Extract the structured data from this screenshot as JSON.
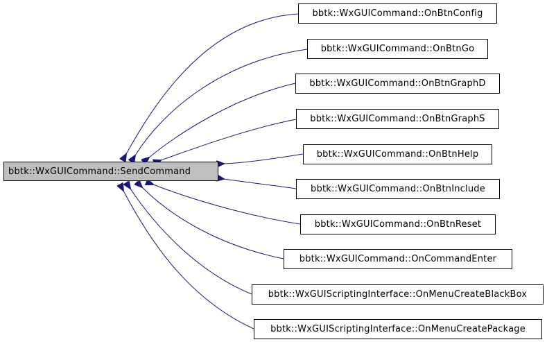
{
  "graph": {
    "root": {
      "label": "bbtk::WxGUICommand::SendCommand",
      "fill": "#bfbfbf"
    },
    "callers": [
      {
        "label": "bbtk::WxGUICommand::OnBtnConfig"
      },
      {
        "label": "bbtk::WxGUICommand::OnBtnGo"
      },
      {
        "label": "bbtk::WxGUICommand::OnBtnGraphD"
      },
      {
        "label": "bbtk::WxGUICommand::OnBtnGraphS"
      },
      {
        "label": "bbtk::WxGUICommand::OnBtnHelp"
      },
      {
        "label": "bbtk::WxGUICommand::OnBtnInclude"
      },
      {
        "label": "bbtk::WxGUICommand::OnBtnReset"
      },
      {
        "label": "bbtk::WxGUICommand::OnCommandEnter"
      },
      {
        "label": "bbtk::WxGUIScriptingInterface::OnMenuCreateBlackBox"
      },
      {
        "label": "bbtk::WxGUIScriptingInterface::OnMenuCreatePackage"
      }
    ],
    "edge_color": "#191970"
  }
}
